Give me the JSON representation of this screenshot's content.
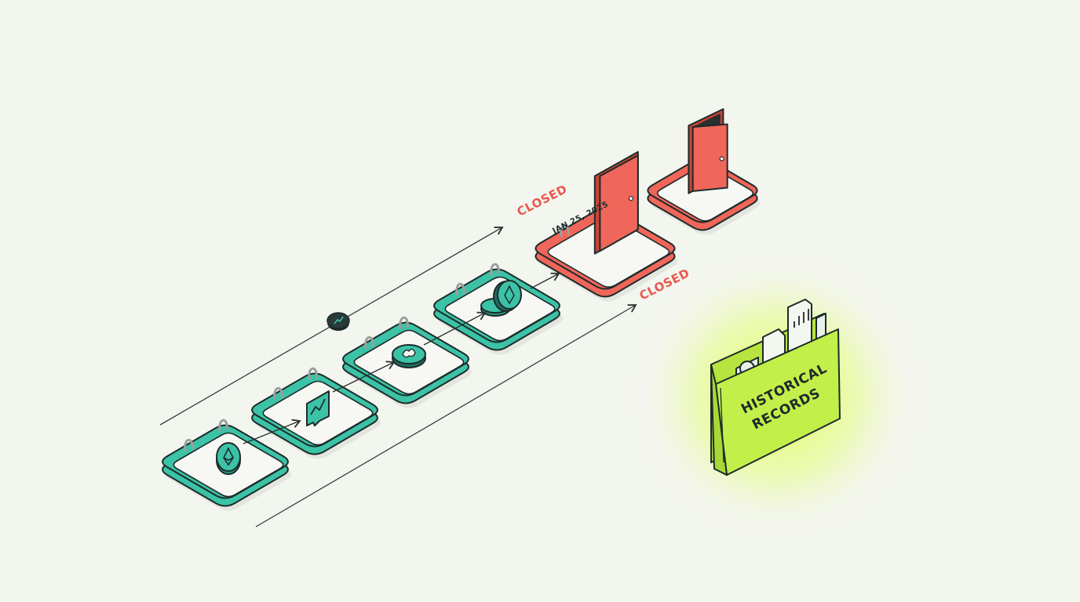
{
  "labels": {
    "closed_upper": "CLOSED",
    "closed_lower": "CLOSED",
    "closed_date": "JAN 25, 2025",
    "folder_line1": "HISTORICAL",
    "folder_line2": "RECORDS"
  },
  "calendars": [
    {
      "id": "day-1",
      "state": "open",
      "icon": "ethereum-coin-icon"
    },
    {
      "id": "day-2",
      "state": "open",
      "icon": "trend-chart-icon"
    },
    {
      "id": "day-3",
      "state": "open",
      "icon": "token-coin-icon"
    },
    {
      "id": "day-4",
      "state": "open",
      "icon": "stacked-coins-icon"
    },
    {
      "id": "day-5",
      "state": "closed",
      "icon": "door-icon"
    },
    {
      "id": "day-6",
      "state": "closed",
      "icon": "door-icon"
    }
  ],
  "colors": {
    "background": "#f3f5ef",
    "open": "#3cc2a6",
    "closed": "#f0665a",
    "closed_text": "#e9574d",
    "folder": "#c3ef4a",
    "folder_glow": "#d9ff3a",
    "outline": "#1d2b2a"
  }
}
